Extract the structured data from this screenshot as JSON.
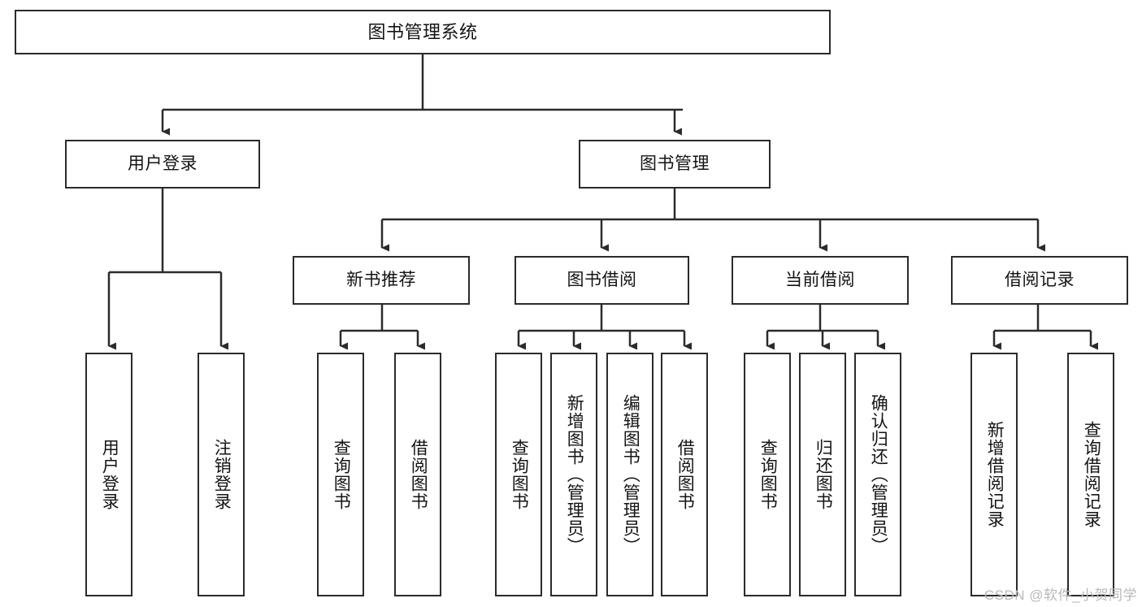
{
  "diagram": {
    "title_node": {
      "id": "root",
      "label": "图书管理系统"
    },
    "level1": [
      {
        "id": "user-login",
        "label": "用户登录"
      },
      {
        "id": "book-management",
        "label": "图书管理"
      }
    ],
    "level2": [
      {
        "id": "new-book-recommend",
        "label": "新书推荐"
      },
      {
        "id": "book-borrow",
        "label": "图书借阅"
      },
      {
        "id": "current-borrow",
        "label": "当前借阅"
      },
      {
        "id": "borrow-record",
        "label": "借阅记录"
      }
    ],
    "leaves": {
      "user_login": [
        {
          "id": "leaf-user-login",
          "label": "用户登录"
        },
        {
          "id": "leaf-logout-login",
          "label": "注销登录"
        }
      ],
      "new_book_recommend": [
        {
          "id": "leaf-query-book-1",
          "label": "查询图书"
        },
        {
          "id": "leaf-borrow-book-1",
          "label": "借阅图书"
        }
      ],
      "book_borrow": [
        {
          "id": "leaf-query-book-2",
          "label": "查询图书"
        },
        {
          "id": "leaf-add-book-admin",
          "label": "新增图书（管理员）"
        },
        {
          "id": "leaf-edit-book-admin",
          "label": "编辑图书（管理员）"
        },
        {
          "id": "leaf-borrow-book-2",
          "label": "借阅图书"
        }
      ],
      "current_borrow": [
        {
          "id": "leaf-query-book-3",
          "label": "查询图书"
        },
        {
          "id": "leaf-return-book",
          "label": "归还图书"
        },
        {
          "id": "leaf-confirm-return-admin",
          "label": "确认归还（管理员）"
        }
      ],
      "borrow_record": [
        {
          "id": "leaf-add-borrow-record",
          "label": "新增借阅记录"
        },
        {
          "id": "leaf-query-borrow-record",
          "label": "查询借阅记录"
        }
      ]
    },
    "colors": {
      "stroke": "#2b2b2b",
      "background": "#ffffff",
      "text": "#141414",
      "watermark": "#b9b9b9"
    }
  },
  "watermark": {
    "text": "CSDN @软件_小贺同学"
  }
}
